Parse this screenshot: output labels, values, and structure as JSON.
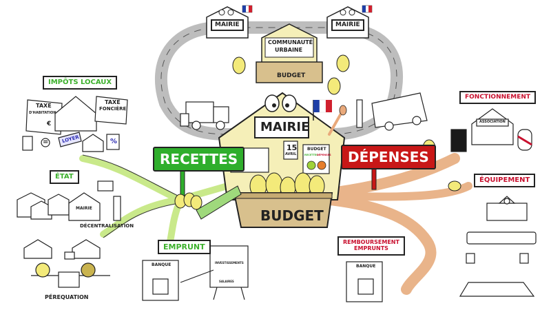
{
  "title": "Budget communal",
  "center": {
    "mairie_label": "MAIRIE",
    "budget_label": "BUDGET",
    "calendar_day": "15",
    "calendar_month": "AVRIL",
    "board_title": "BUDGET",
    "board_columns": [
      "RECETTES",
      "DÉPENSES"
    ]
  },
  "top": {
    "mairie_left": "MAIRIE",
    "mairie_right": "MAIRIE",
    "communaute_line1": "COMMUNAUTÉ",
    "communaute_line2": "URBAINE",
    "communaute_budget": "BUDGET"
  },
  "recettes": {
    "sign": "RECETTES",
    "color": "#2fae2c",
    "impots_locaux": {
      "label": "IMPÔTS LOCAUX",
      "taxe_habitation_1": "TAXE",
      "taxe_habitation_2": "D'HABITATION",
      "taxe_fonciere_1": "TAXE",
      "taxe_fonciere_2": "FONCIÈRE",
      "loyer_tag": "LOYER",
      "percent_symbol": "%",
      "euro_symbol": "€",
      "equals_symbol": "="
    },
    "etat": {
      "label": "ÉTAT",
      "mairie_small": "MAIRIE",
      "decentralisation": "DÉCENTRALISATION",
      "perequation": "PÉREQUATION"
    },
    "emprunt": {
      "label": "EMPRUNT",
      "banque": "BANQUE",
      "investissements": "INVESTISSEMENTS",
      "salaires": "SALAIRES"
    }
  },
  "depenses": {
    "sign": "DÉPENSES",
    "color": "#c81717",
    "fonctionnement": {
      "label": "FONCTIONNEMENT",
      "association": "ASSOCIATION"
    },
    "equipement": {
      "label": "ÉQUIPEMENT"
    },
    "remboursement": {
      "label_line1": "REMBOURSEMENT",
      "label_line2": "EMPRUNTS",
      "banque": "BANQUE"
    }
  }
}
